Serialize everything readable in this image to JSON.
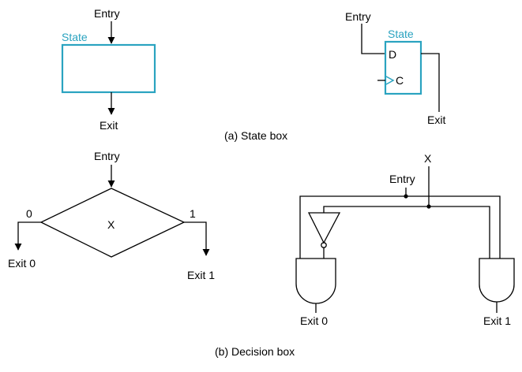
{
  "colors": {
    "accent": "#2aa3c0",
    "line": "#000000",
    "background": "#ffffff"
  },
  "state_box": {
    "chart": {
      "entry": "Entry",
      "state": "State",
      "exit": "Exit"
    },
    "circuit": {
      "entry": "Entry",
      "state": "State",
      "d": "D",
      "c": "C",
      "exit": "Exit"
    },
    "caption": "(a) State box"
  },
  "decision_box": {
    "chart": {
      "entry": "Entry",
      "condition": "X",
      "branch_0": "0",
      "branch_1": "1",
      "exit_0": "Exit 0",
      "exit_1": "Exit 1"
    },
    "circuit": {
      "x": "X",
      "entry": "Entry",
      "exit_0": "Exit 0",
      "exit_1": "Exit 1"
    },
    "caption": "(b) Decision box"
  }
}
